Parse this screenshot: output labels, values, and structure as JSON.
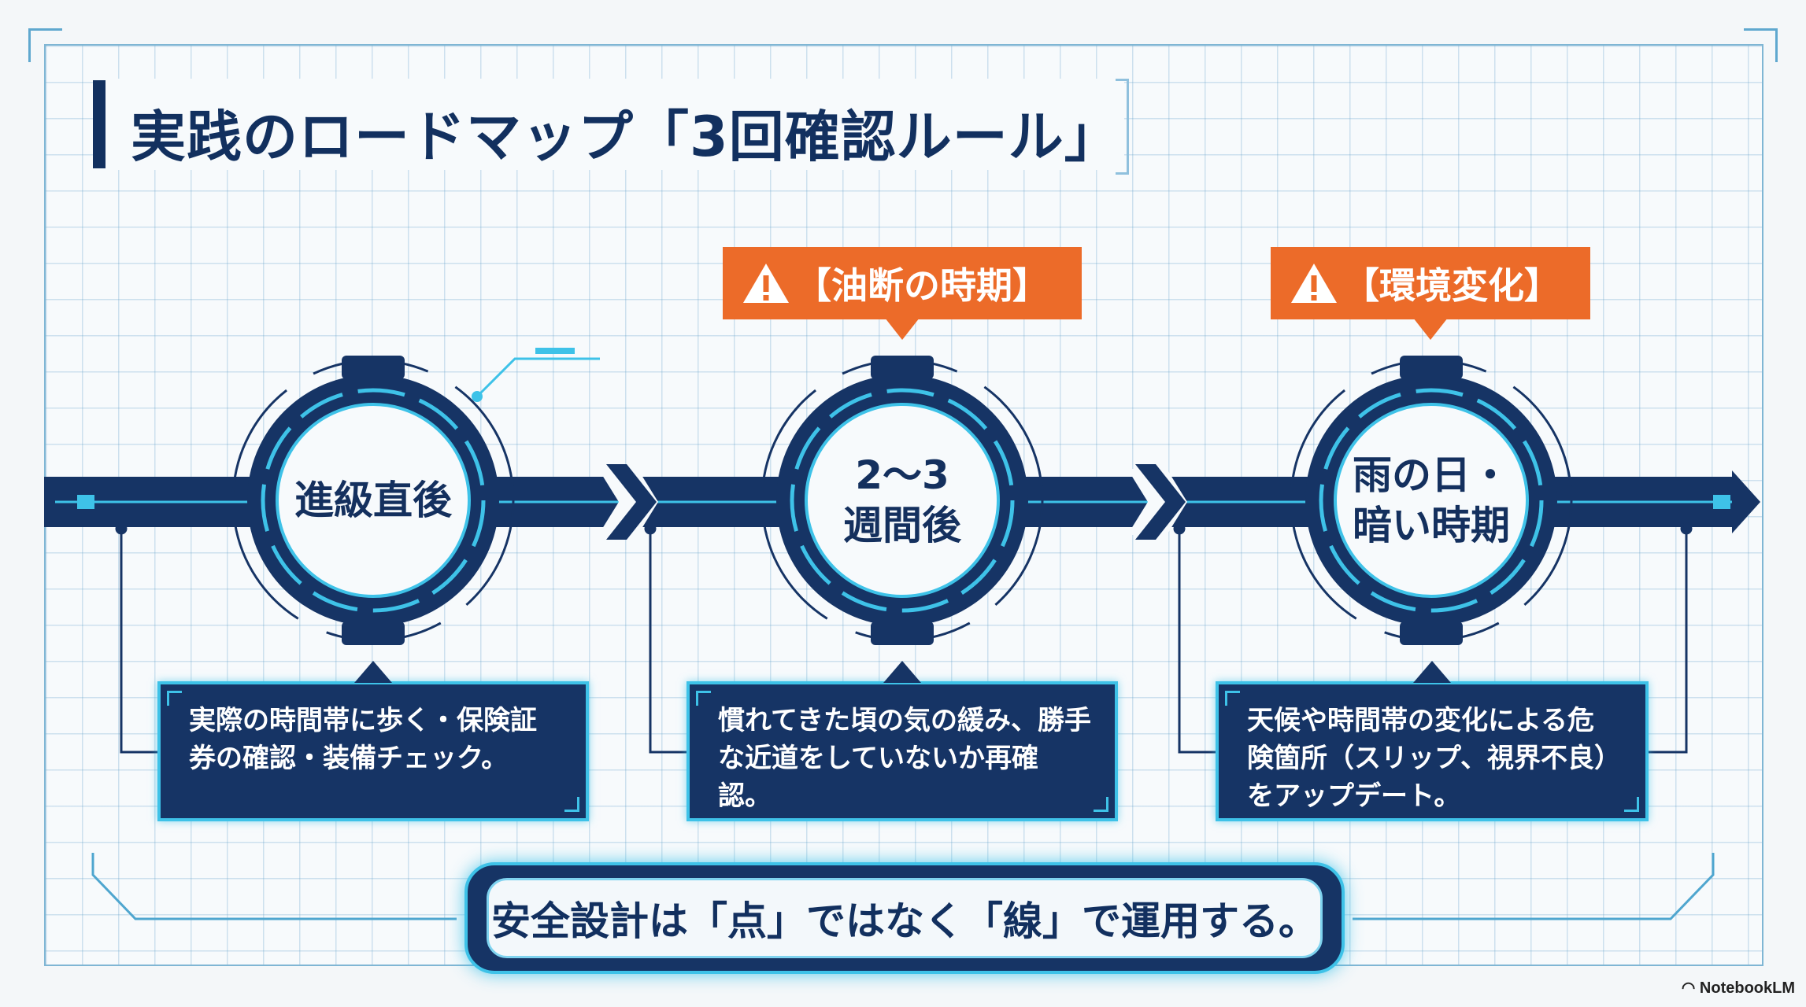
{
  "title": "実践のロードマップ「3回確認ルール」",
  "steps": [
    {
      "label": "進級直後",
      "warning": "",
      "description": "実際の時間帯に歩く・保険証\n券の確認・装備チェック。"
    },
    {
      "label": "2〜3\n週間後",
      "warning": "【油断の時期】",
      "description": "慣れてきた頃の気の緩み、勝手\nな近道をしていないか再確認。"
    },
    {
      "label": "雨の日・\n暗い時期",
      "warning": "【環境変化】",
      "description": "天候や時間帯の変化による危\n険箇所（スリップ、視界不良）\nをアップデート。"
    }
  ],
  "banner": "安全設計は「点」ではなく「線」で運用する。",
  "footer": "NotebookLM",
  "colors": {
    "navy": "#163465",
    "accent": "#3ec2e8",
    "warning": "#ec6b29"
  },
  "icons": [
    "warning-icon",
    "notebooklm-logo-icon"
  ]
}
